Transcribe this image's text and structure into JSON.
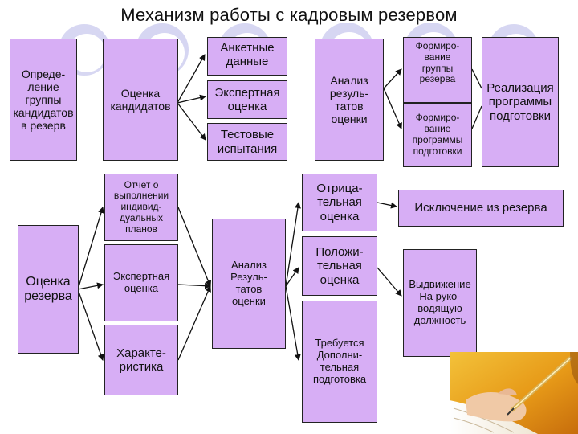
{
  "title": "Механизм работы с кадровым резервом",
  "colors": {
    "box_fill": "#d7aef5",
    "border": "#222222",
    "circle": "#c8c8ec"
  },
  "boxes": {
    "opredelenie": "Опреде-\nление\nгруппы\nкандидатов\nв резерв",
    "ocenka_kandidatov": "Оценка\nкандидатов",
    "anketnye": "Анкетные\nданные",
    "ekspertnaya_top": "Экспертная\nоценка",
    "testovye": "Тестовые\nиспытания",
    "analiz_top": "Анализ\nрезуль-\nтатов\nоценки",
    "formirovanie_gruppy": "Формиро-\nвание\nгруппы\nрезерва",
    "formirovanie_programmy": "Формиро-\nвание\nпрограммы\nподготовки",
    "realizaciya": "Реализация\nпрограммы\nподготовки",
    "otchet": "Отчет о\nвыполнении\nиндивид-\nдуальных\nпланов",
    "ekspertnaya_bottom": "Экспертная\nоценка",
    "harakteristika": "Характе-\nристика",
    "ocenka_rezerva": "Оценка\nрезерва",
    "analiz_bottom": "Анализ\nРезуль-\nтатов\nоценки",
    "otricatelnaya": "Отрица-\nтельная\nоценка",
    "polozhitelnaya": "Положи-\nтельная\nоценка",
    "trebuetsya": "Требуется\nДополни-\nтельная\nподготовка",
    "isklyuchenie": "Исключение из резерва",
    "vydvizhenie": "Выдвижение\nНа руко-\nводящую\nдолжность"
  },
  "icons": {
    "photo": "hand-writing-with-pen-photo"
  }
}
